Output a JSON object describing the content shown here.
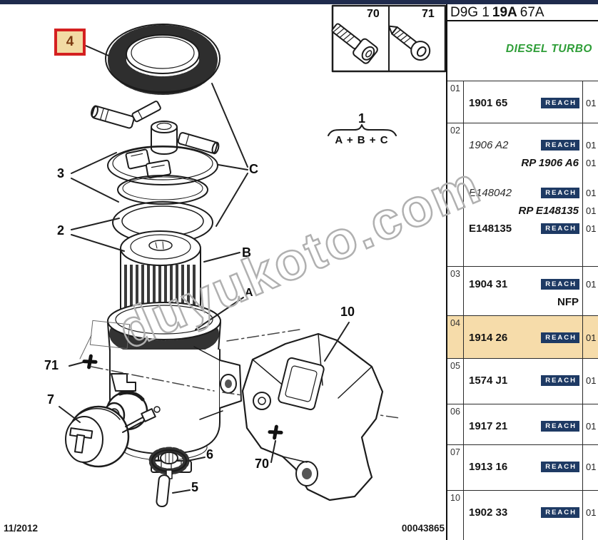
{
  "header": {
    "code_prefix": "D9G 1",
    "code_bold": "19A",
    "code_suffix": "67A",
    "section_title": "DIESEL TURBO"
  },
  "inset": {
    "left_label": "70",
    "right_label": "71"
  },
  "diagram": {
    "labels": {
      "part4": "4",
      "part3": "3",
      "part2": "2",
      "groupC": "C",
      "groupB": "B",
      "groupA": "A",
      "part10": "10",
      "part7": "7",
      "part6": "6",
      "part5": "5",
      "screw70": "70",
      "screw71": "71"
    },
    "formula": {
      "numerator": "1",
      "denominator": "A + B + C"
    }
  },
  "watermark": "duyukoto.com",
  "footer": {
    "date": "11/2012",
    "doc_number": "00043865"
  },
  "colors": {
    "selection_red": "#d42020",
    "row_highlight": "#f6dcaa",
    "reach_badge": "#1e3a64",
    "section_green": "#2f9e38",
    "top_band": "#1f2b4d"
  },
  "table": {
    "reach_label": "REACH",
    "rows": [
      {
        "ref": "01",
        "highlight": false,
        "lines": [
          {
            "part": "1901 65",
            "style": "bold",
            "reach": true,
            "qty": "01"
          }
        ]
      },
      {
        "ref": "02",
        "highlight": false,
        "lines": [
          {
            "part": "1906 A2",
            "style": "italic",
            "reach": true,
            "qty": "01"
          },
          {
            "part": "RP 1906 A6",
            "style": "bold-italic",
            "align": "right",
            "reach": false,
            "qty": "01"
          },
          {
            "part": "E148042",
            "style": "italic",
            "reach": true,
            "qty": "01"
          },
          {
            "part": "RP E148135",
            "style": "bold-italic",
            "align": "right",
            "reach": false,
            "qty": "01"
          },
          {
            "part": "E148135",
            "style": "bold",
            "reach": true,
            "qty": "01"
          }
        ]
      },
      {
        "ref": "03",
        "highlight": false,
        "lines": [
          {
            "part": "1904 31",
            "style": "bold",
            "reach": true,
            "qty": "01"
          },
          {
            "part": "NFP",
            "style": "bold",
            "align": "right",
            "reach": false,
            "qty": ""
          }
        ]
      },
      {
        "ref": "04",
        "highlight": true,
        "lines": [
          {
            "part": "1914 26",
            "style": "bold",
            "reach": true,
            "qty": "01"
          }
        ]
      },
      {
        "ref": "05",
        "highlight": false,
        "lines": [
          {
            "part": "1574 J1",
            "style": "bold",
            "reach": true,
            "qty": "01"
          }
        ]
      },
      {
        "ref": "06",
        "highlight": false,
        "lines": [
          {
            "part": "1917 21",
            "style": "bold",
            "reach": true,
            "qty": "01"
          }
        ]
      },
      {
        "ref": "07",
        "highlight": false,
        "lines": [
          {
            "part": "1913 16",
            "style": "bold",
            "reach": true,
            "qty": "01"
          }
        ]
      },
      {
        "ref": "10",
        "highlight": false,
        "lines": [
          {
            "part": "1902 33",
            "style": "bold",
            "reach": true,
            "qty": "01"
          }
        ]
      }
    ]
  }
}
